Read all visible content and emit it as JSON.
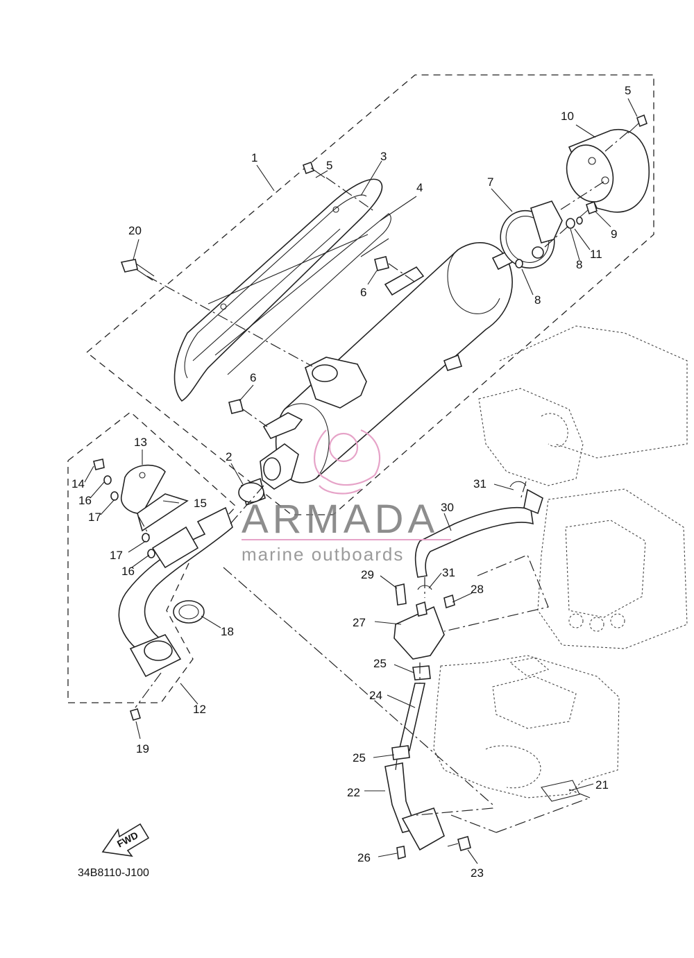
{
  "diagram": {
    "part_labels": [
      {
        "id": "l1",
        "text": "1"
      },
      {
        "id": "l2",
        "text": "2"
      },
      {
        "id": "l3",
        "text": "3"
      },
      {
        "id": "l4",
        "text": "4"
      },
      {
        "id": "l5a",
        "text": "5"
      },
      {
        "id": "l5b",
        "text": "5"
      },
      {
        "id": "l6a",
        "text": "6"
      },
      {
        "id": "l6b",
        "text": "6"
      },
      {
        "id": "l7",
        "text": "7"
      },
      {
        "id": "l8a",
        "text": "8"
      },
      {
        "id": "l8b",
        "text": "8"
      },
      {
        "id": "l9",
        "text": "9"
      },
      {
        "id": "l10",
        "text": "10"
      },
      {
        "id": "l11",
        "text": "11"
      },
      {
        "id": "l12",
        "text": "12"
      },
      {
        "id": "l13",
        "text": "13"
      },
      {
        "id": "l14",
        "text": "14"
      },
      {
        "id": "l15",
        "text": "15"
      },
      {
        "id": "l16a",
        "text": "16"
      },
      {
        "id": "l16b",
        "text": "16"
      },
      {
        "id": "l17a",
        "text": "17"
      },
      {
        "id": "l17b",
        "text": "17"
      },
      {
        "id": "l18",
        "text": "18"
      },
      {
        "id": "l19",
        "text": "19"
      },
      {
        "id": "l20",
        "text": "20"
      },
      {
        "id": "l21",
        "text": "21"
      },
      {
        "id": "l22",
        "text": "22"
      },
      {
        "id": "l23",
        "text": "23"
      },
      {
        "id": "l24",
        "text": "24"
      },
      {
        "id": "l25a",
        "text": "25"
      },
      {
        "id": "l25b",
        "text": "25"
      },
      {
        "id": "l26",
        "text": "26"
      },
      {
        "id": "l27",
        "text": "27"
      },
      {
        "id": "l28",
        "text": "28"
      },
      {
        "id": "l29",
        "text": "29"
      },
      {
        "id": "l30",
        "text": "30"
      },
      {
        "id": "l31a",
        "text": "31"
      },
      {
        "id": "l31b",
        "text": "31"
      }
    ],
    "diagram_code": "34B8110-J100",
    "fwd_label": "FWD"
  },
  "watermark": {
    "brand": "ARMADA",
    "tagline": "marine outboards",
    "color": "#e6a3c8"
  }
}
